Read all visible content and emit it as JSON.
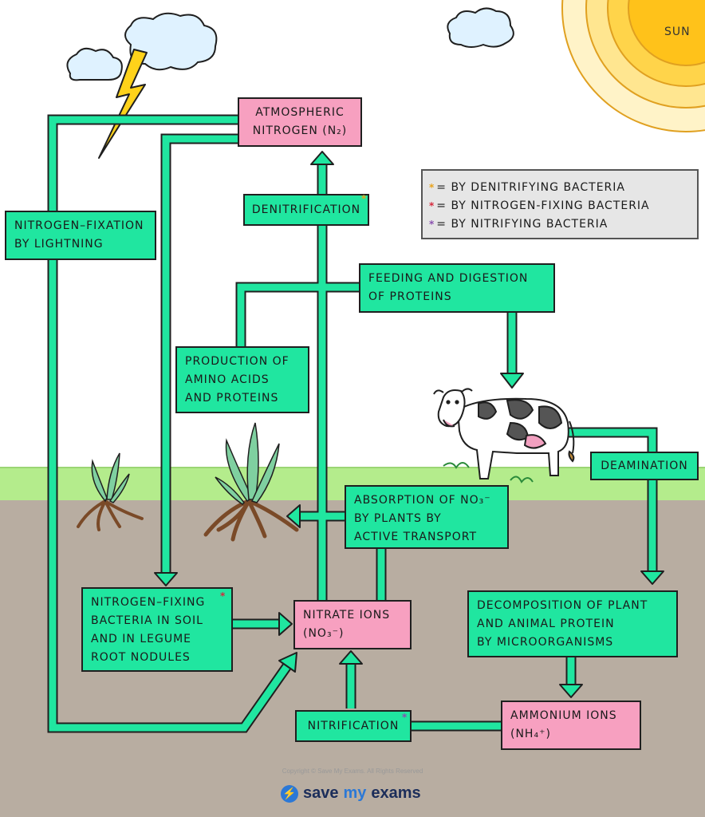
{
  "legend": [
    {
      "symbol": "*",
      "color": "#e8a21a",
      "text": "= BY DENITRIFYING BACTERIA"
    },
    {
      "symbol": "*",
      "color": "#d6283c",
      "text": "= BY NITROGEN-FIXING BACTERIA"
    },
    {
      "symbol": "*",
      "color": "#8a4fb0",
      "text": "= BY NITRIFYING BACTERIA"
    }
  ],
  "sun_label": "SUN",
  "boxes": {
    "atmospheric_nitrogen": [
      "ATMOSPHERIC",
      "NITROGEN (N₂)"
    ],
    "nitrogen_fixation_lightning": [
      "NITROGEN–FIXATION",
      "BY LIGHTNING"
    ],
    "denitrification": "DENITRIFICATION",
    "feeding_digestion": [
      "FEEDING AND DIGESTION",
      "OF PROTEINS"
    ],
    "production_amino": [
      "PRODUCTION OF",
      "AMINO ACIDS",
      "AND PROTEINS"
    ],
    "deamination": "DEAMINATION",
    "absorption": [
      "ABSORPTION OF NO₃⁻",
      "BY PLANTS BY",
      "ACTIVE TRANSPORT"
    ],
    "nitrogen_fixing_bacteria": [
      "NITROGEN–FIXING",
      "BACTERIA IN SOIL",
      "AND IN LEGUME",
      "ROOT NODULES"
    ],
    "nitrate_ions": [
      "NITRATE IONS",
      "(NO₃⁻)"
    ],
    "decomposition": [
      "DECOMPOSITION OF PLANT",
      "AND ANIMAL PROTEIN",
      "BY MICROORGANISMS"
    ],
    "nitrification": "NITRIFICATION",
    "ammonium_ions": [
      "AMMONIUM IONS",
      "(NH₄⁺)"
    ]
  },
  "colors": {
    "box_green": "#20e6a0",
    "box_pink": "#f7a0c0",
    "star_denitrifying": "#e8a21a",
    "star_nitrogen_fixing": "#d6283c",
    "star_nitrifying": "#8a4fb0"
  },
  "footer": {
    "copyright": "Copyright © Save My Exams. All Rights Reserved",
    "brand_part1": "save",
    "brand_part2": "my",
    "brand_part3": "exams"
  }
}
